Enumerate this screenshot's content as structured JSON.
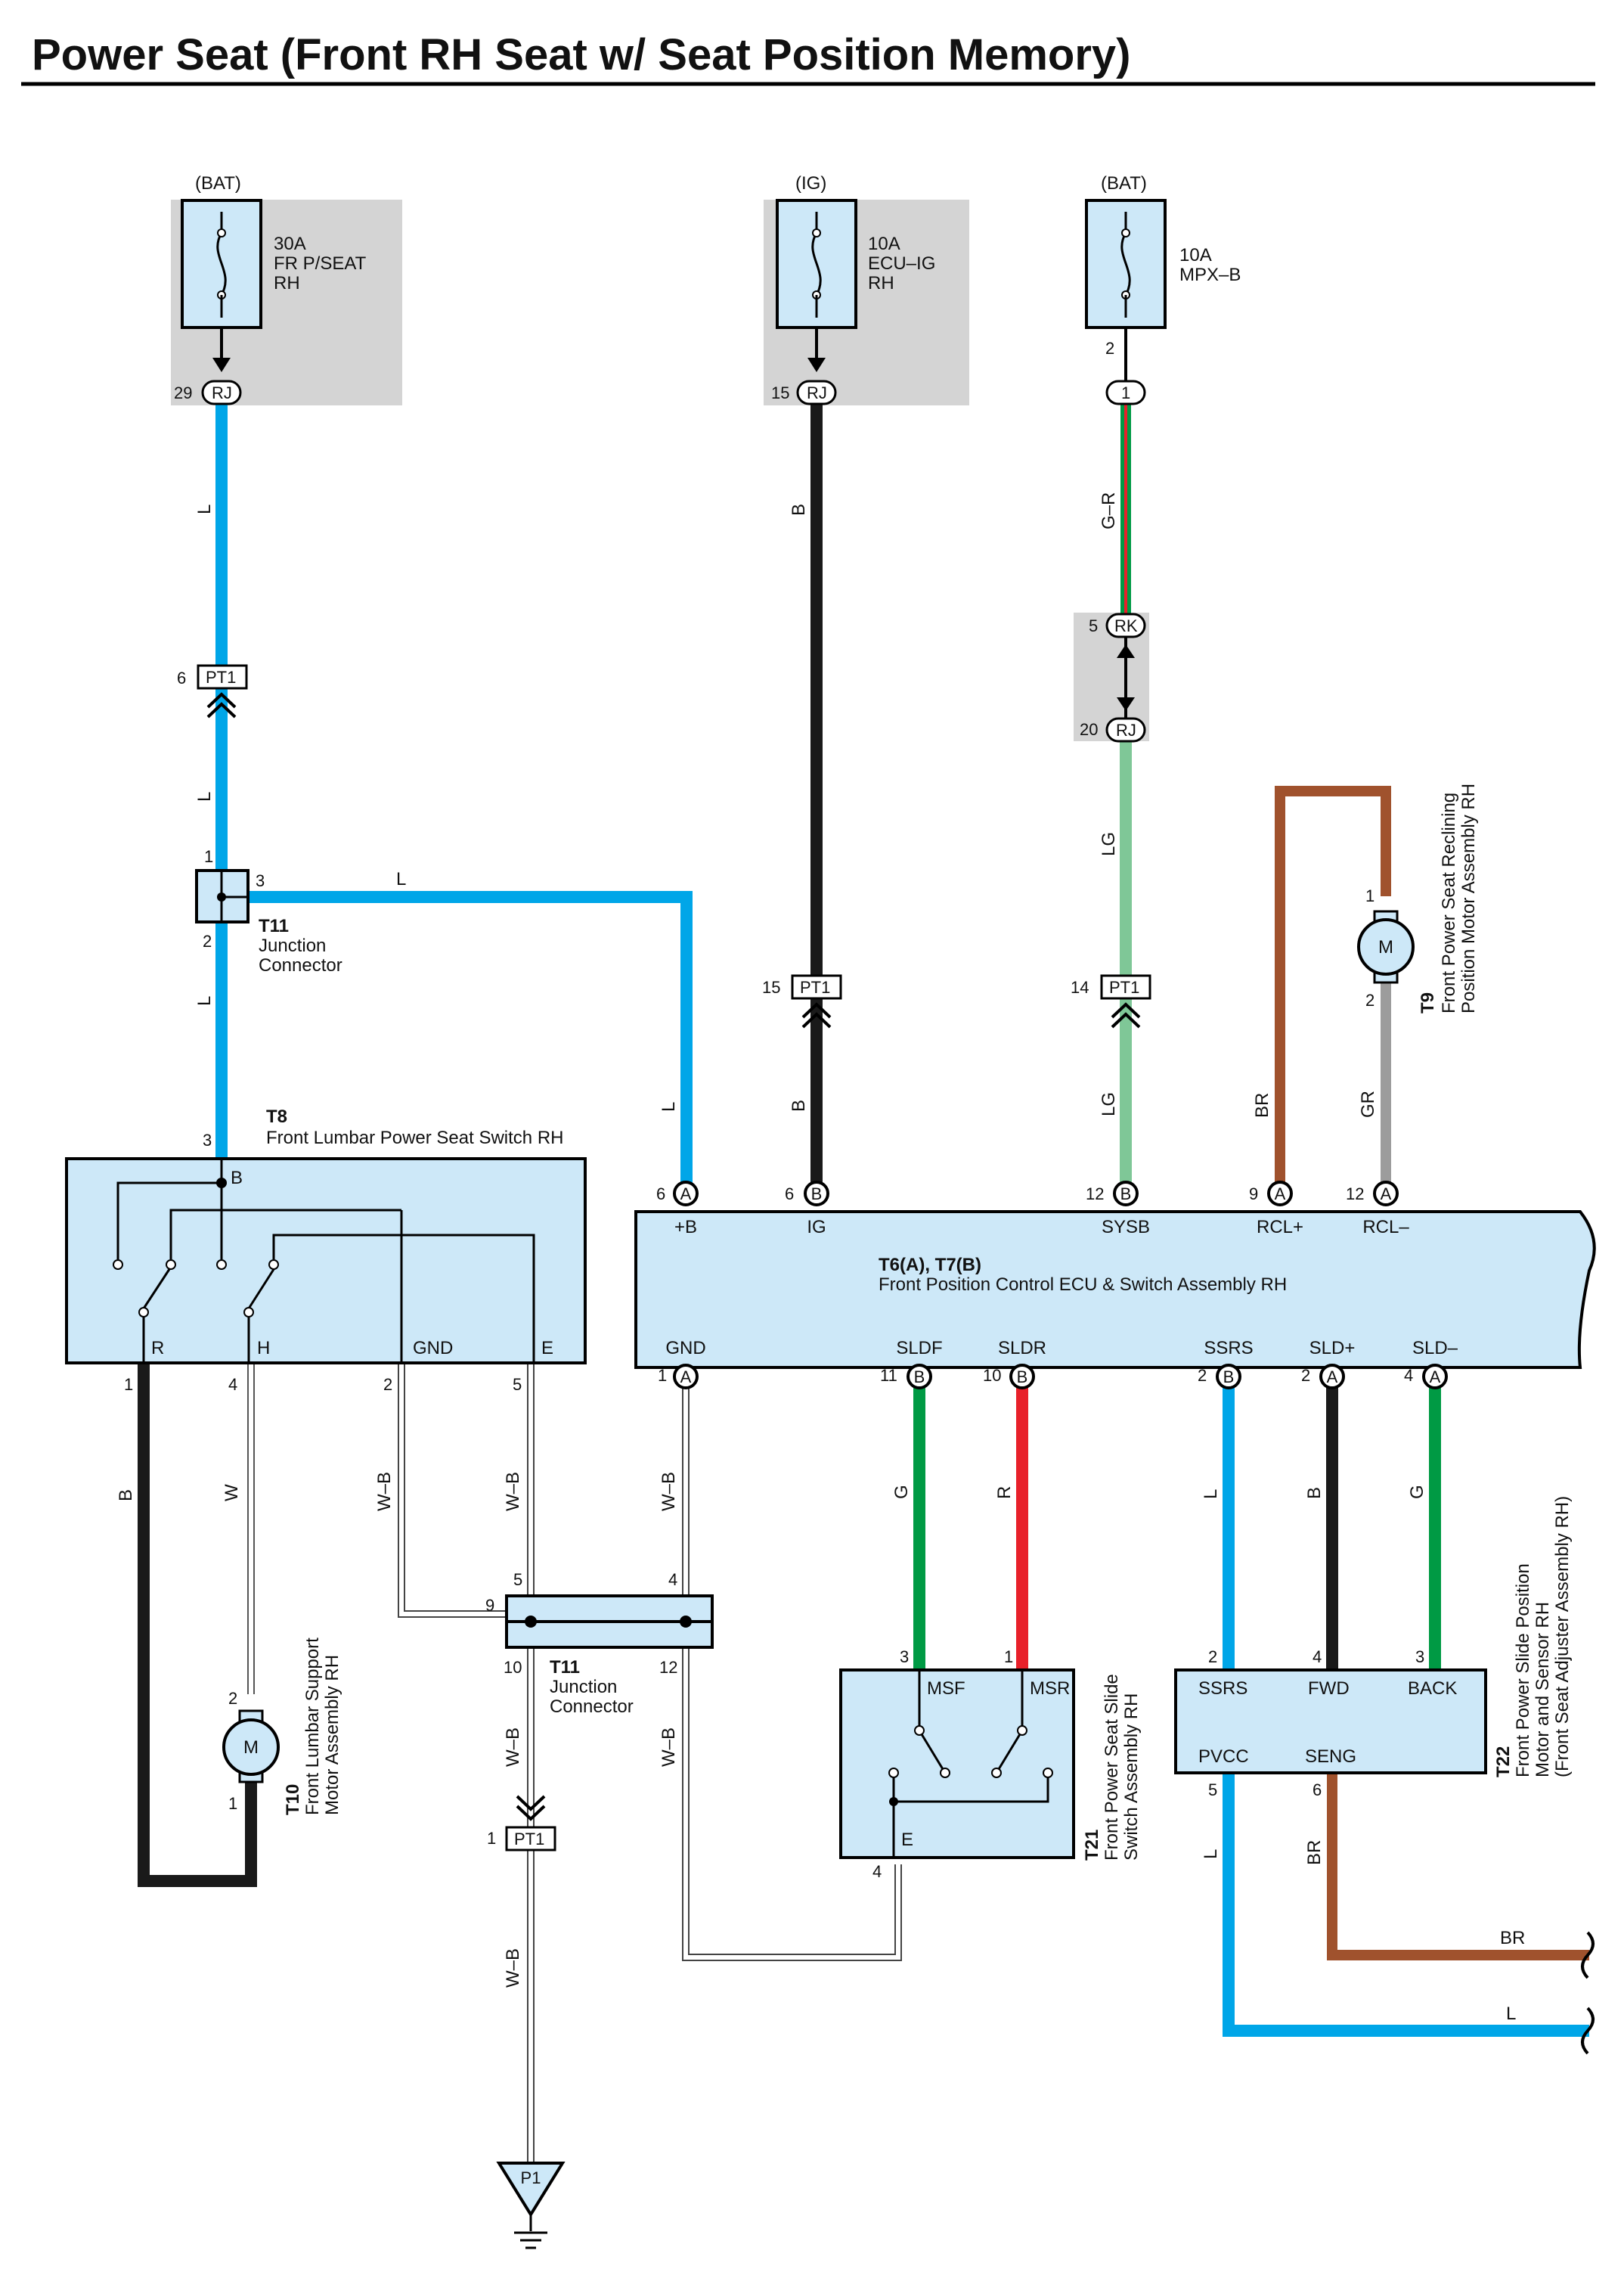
{
  "title": "Power Seat (Front RH Seat w/ Seat Position Memory)",
  "fuses": [
    {
      "source": "(BAT)",
      "l1": "30A",
      "l2": "FR P/SEAT",
      "l3": "RH",
      "pin": "29",
      "conn": "RJ"
    },
    {
      "source": "(IG)",
      "l1": "10A",
      "l2": "ECU–IG",
      "l3": "RH",
      "pin": "15",
      "conn": "RJ"
    },
    {
      "source": "(BAT)",
      "l1": "10A",
      "l2": "MPX–B",
      "pin_top": "2",
      "pin": "1"
    }
  ],
  "wires": {
    "L": "L",
    "B": "B",
    "GR_wire": "G–R",
    "LG": "LG",
    "BR": "BR",
    "GR": "GR",
    "W": "W",
    "WB": "W–B",
    "G": "G",
    "R": "R"
  },
  "connectors": {
    "RK": "RK",
    "RJ": "RJ",
    "PT1": "PT1",
    "P1": "P1",
    "A": "A",
    "B": "B"
  },
  "pins": {
    "p1": "1",
    "p2": "2",
    "p3": "3",
    "p4": "4",
    "p5": "5",
    "p6": "6",
    "p9": "9",
    "p10": "10",
    "p11": "11",
    "p12": "12",
    "p14": "14",
    "p15": "15",
    "p20": "20"
  },
  "components": {
    "t11a": {
      "code": "T11",
      "l1": "Junction",
      "l2": "Connector"
    },
    "t11b": {
      "code": "T11",
      "l1": "Junction",
      "l2": "Connector"
    },
    "t8": {
      "code": "T8",
      "name": "Front Lumbar Power Seat Switch RH",
      "B": "B",
      "R": "R",
      "H": "H",
      "GND": "GND",
      "E": "E"
    },
    "ecu": {
      "code": "T6(A), T7(B)",
      "name": "Front Position Control ECU & Switch Assembly RH",
      "plusB": "+B",
      "IG": "IG",
      "SYSB": "SYSB",
      "RCLp": "RCL+",
      "RCLm": "RCL–",
      "GND": "GND",
      "SLDF": "SLDF",
      "SLDR": "SLDR",
      "SSRS": "SSRS",
      "SLDp": "SLD+",
      "SLDm": "SLD–"
    },
    "t9": {
      "code": "T9",
      "l1": "Front Power Seat Reclining",
      "l2": "Position Motor Assembly RH"
    },
    "t10": {
      "code": "T10",
      "l1": "Front Lumbar Support",
      "l2": "Motor Assembly RH"
    },
    "t21": {
      "code": "T21",
      "l1": "Front Power Seat Slide",
      "l2": "Switch Assembly RH",
      "MSF": "MSF",
      "MSR": "MSR",
      "E": "E"
    },
    "t22": {
      "code": "T22",
      "l1": "Front Power Slide Position",
      "l2": "Motor and Sensor RH",
      "l3": "(Front Seat Adjuster Assembly RH)",
      "SSRS": "SSRS",
      "FWD": "FWD",
      "BACK": "BACK",
      "PVCC": "PVCC",
      "SENG": "SENG"
    },
    "motor": "M"
  },
  "colors": {
    "blue": "#00a6e8",
    "black": "#1a1a1a",
    "brown": "#a0522d",
    "gray": "#9c9c9c",
    "lightgreen": "#7fc797",
    "green": "#009a44",
    "red": "#e8202a",
    "box": "#cde8f8",
    "shade": "#d4d4d4"
  }
}
